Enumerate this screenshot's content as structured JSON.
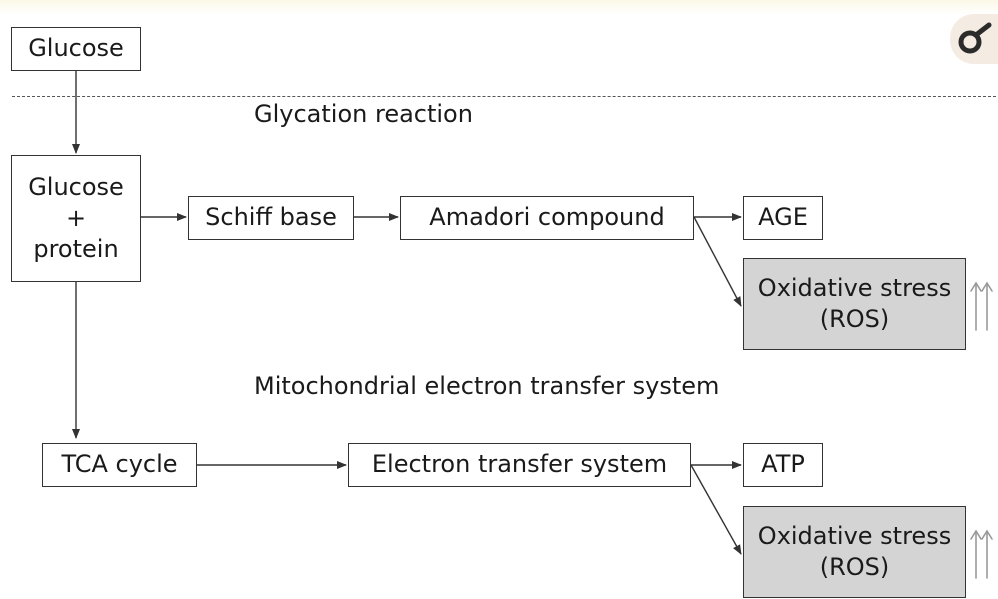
{
  "boxes": {
    "glucose": "Glucose",
    "glucose_protein": {
      "line1": "Glucose",
      "line2": "+",
      "line3": "protein"
    },
    "schiff_base": "Schiff base",
    "amadori": "Amadori compound",
    "age": "AGE",
    "oxidative_1": {
      "line1": "Oxidative stress",
      "line2": "(ROS)"
    },
    "tca": "TCA cycle",
    "electron_transfer": "Electron transfer system",
    "atp": "ATP",
    "oxidative_2": {
      "line1": "Oxidative stress",
      "line2": "(ROS)"
    }
  },
  "labels": {
    "glycation": "Glycation reaction",
    "mitochondrial": "Mitochondrial electron transfer system"
  },
  "colors": {
    "shaded_box": "#d4d4d4",
    "line": "#333333",
    "double_arrow": "#999999"
  },
  "icons": {
    "corner": "logo-icon",
    "increase": "double-up-arrow-icon"
  }
}
